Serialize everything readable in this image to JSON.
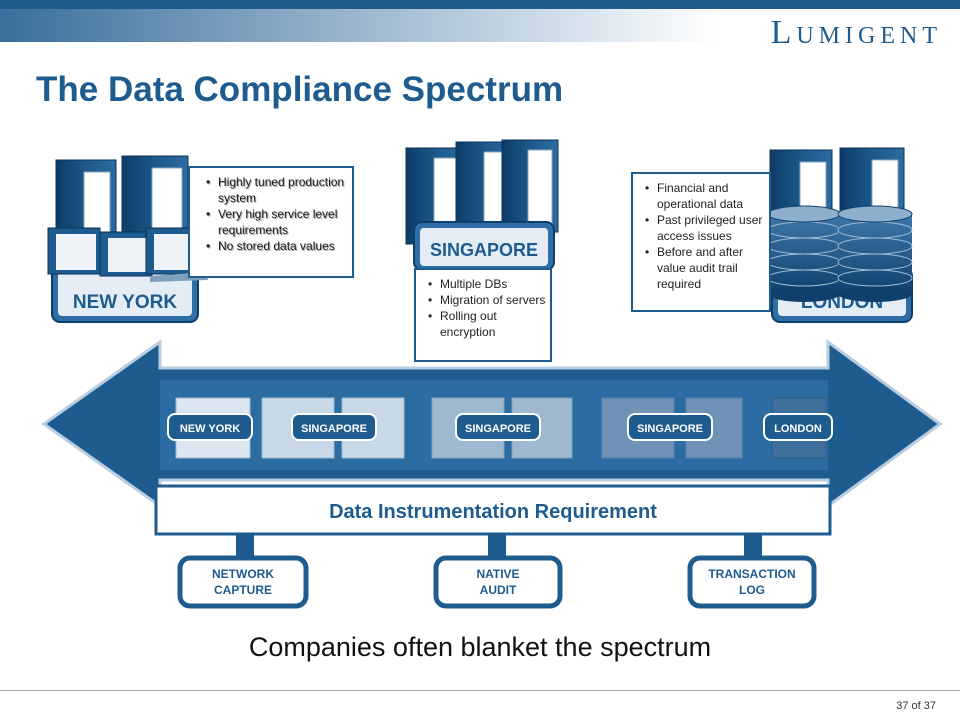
{
  "header": {
    "logo": "Lumigent",
    "title": "The Data Compliance Spectrum"
  },
  "sites": {
    "new_york": {
      "label": "NEW YORK",
      "notes": [
        "Highly tuned production system",
        "Very high service level requirements",
        "No stored data values"
      ]
    },
    "singapore": {
      "label": "SINGAPORE",
      "notes": [
        "Multiple DBs",
        "Migration of servers",
        "Rolling out encryption"
      ]
    },
    "london": {
      "label": "LONDON",
      "notes": [
        "Financial and operational data",
        "Past privileged user access issues",
        "Before and after value audit trail required"
      ]
    }
  },
  "spectrum": {
    "segments": [
      "NEW YORK",
      "SINGAPORE",
      "SINGAPORE",
      "SINGAPORE",
      "LONDON"
    ],
    "bar_label": "Data Instrumentation Requirement"
  },
  "methods": [
    {
      "line1": "NETWORK",
      "line2": "CAPTURE"
    },
    {
      "line1": "NATIVE",
      "line2": "AUDIT"
    },
    {
      "line1": "TRANSACTION",
      "line2": "LOG"
    }
  ],
  "tagline": "Companies often blanket the spectrum",
  "footer": {
    "page": "37 of 37"
  },
  "colors": {
    "brand": "#1e5b8e",
    "dark": "#0e3f6b",
    "tile": "#c9d8e6"
  }
}
